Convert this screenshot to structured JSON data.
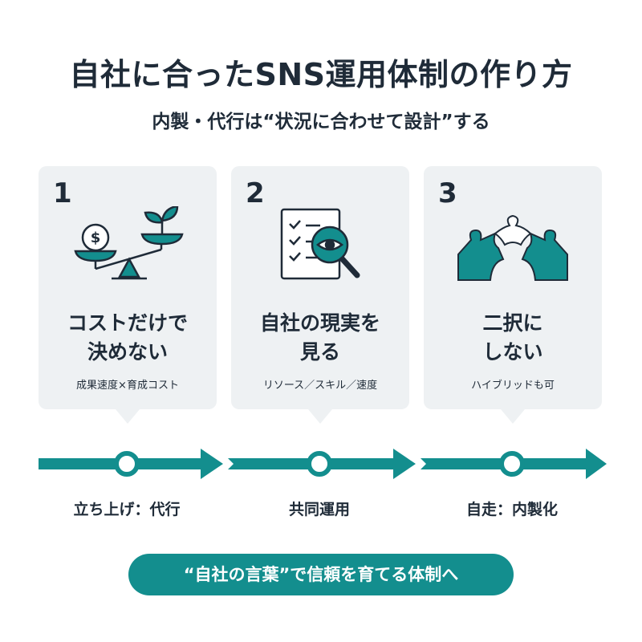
{
  "title": "自社に合ったSNS運用体制の作り方",
  "subtitle": "内製・代行は“状況に合わせて設計”する",
  "colors": {
    "accent": "#138e8e",
    "text": "#1f2b38",
    "card": "#eef1f3"
  },
  "cards": [
    {
      "number": "1",
      "icon": "scale-coin-plant-icon",
      "heading_line1": "コストだけで",
      "heading_line2": "決めない",
      "sub": "成果速度×育成コスト"
    },
    {
      "number": "2",
      "icon": "checklist-magnifier-eye-icon",
      "heading_line1": "自社の現実を",
      "heading_line2": "見る",
      "sub": "リソース／スキル／速度"
    },
    {
      "number": "3",
      "icon": "puzzle-bridge-icon",
      "heading_line1": "二択に",
      "heading_line2": "しない",
      "sub": "ハイブリッドも可"
    }
  ],
  "stages": [
    "立ち上げ：代行",
    "共同運用",
    "自走：内製化"
  ],
  "cta": "“自社の言葉”で信頼を育てる体制へ"
}
